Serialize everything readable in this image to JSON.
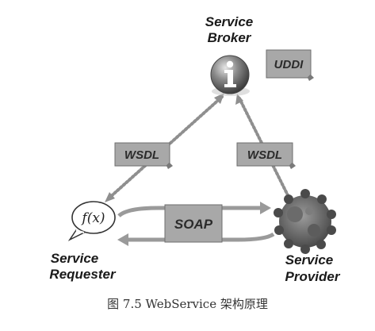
{
  "broker": {
    "label_line1": "Service",
    "label_line2": "Broker",
    "registry_tag": "UDDI"
  },
  "links": {
    "left_tag": "WSDL",
    "right_tag": "WSDL",
    "message_tag": "SOAP"
  },
  "requester": {
    "label_line1": "Service",
    "label_line2": "Requester",
    "function_symbol": "f(x)"
  },
  "provider": {
    "label_line1": "Service",
    "label_line2": "Provider"
  },
  "caption": "图 7.5   WebService 架构原理",
  "colors": {
    "tag_fill": "#a9a9a9",
    "arrow": "#9a9a9a",
    "broker_sphere": "#6b6b6b",
    "gear": "#555555"
  }
}
